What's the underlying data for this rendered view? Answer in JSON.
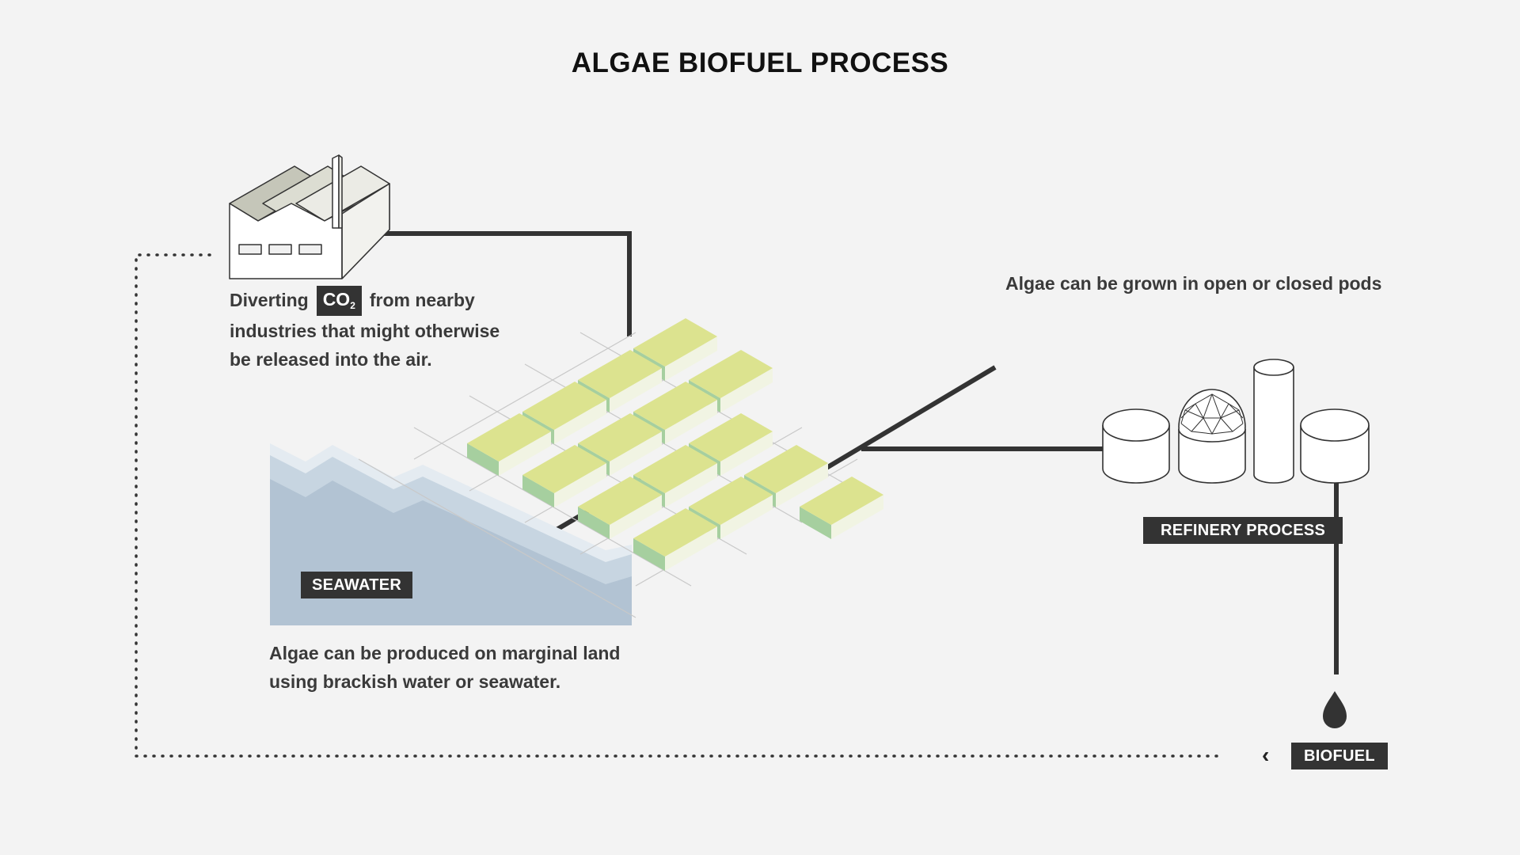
{
  "title": "ALGAE BIOFUEL PROCESS",
  "co2_text": {
    "prefix": "Diverting",
    "badge": "CO",
    "badge_sub": "2",
    "suffix": "from nearby",
    "line2": "industries that might otherwise",
    "line3": "be released into the air."
  },
  "pods_text": "Algae can be grown in open or closed pods",
  "seawater": {
    "label": "SEAWATER",
    "line1": "Algae can be produced on marginal land",
    "line2": "using brackish water or seawater."
  },
  "refinery_label": "REFINERY PROCESS",
  "biofuel_label": "BIOFUEL",
  "colors": {
    "background": "#f3f3f3",
    "dark": "#333333",
    "pod_top": "#dce38f",
    "pod_side": "#a6cf9f",
    "pod_front": "#f1f4e3",
    "water_back": "#e3eaf0",
    "water_mid": "#c6d4e0",
    "water_front": "#b2c3d3"
  },
  "icons": [
    "factory-icon",
    "algae-pods-icon",
    "seawater-icon",
    "refinery-icon",
    "fuel-drop-icon",
    "chevron-left-icon"
  ]
}
